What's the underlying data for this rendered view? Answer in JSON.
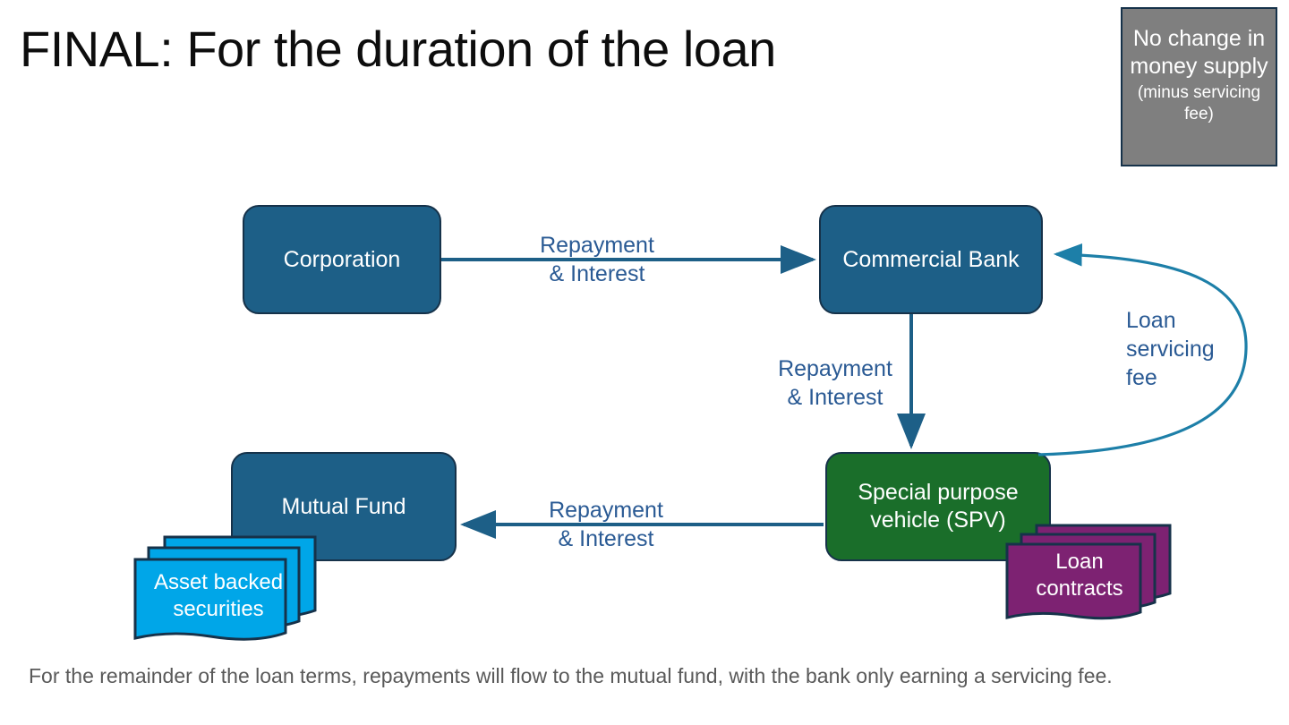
{
  "slide": {
    "title": "FINAL: For the duration of the loan",
    "caption": "For the remainder of the loan terms, repayments will flow to the mutual fund, with the bank only earning a servicing fee."
  },
  "callout": {
    "main_text": "No change in money supply",
    "sub_text": "(minus servicing fee)",
    "background_color": "#7f7f7f",
    "border_color": "#16324a",
    "text_color": "#ffffff"
  },
  "nodes": {
    "corporation": {
      "label": "Corporation",
      "color": "#1d5f87"
    },
    "commercial_bank": {
      "label": "Commercial Bank",
      "color": "#1d5f87"
    },
    "spv": {
      "label": "Special purpose vehicle (SPV)",
      "color": "#1a6e2a"
    },
    "mutual_fund": {
      "label": "Mutual Fund",
      "color": "#1d5f87"
    }
  },
  "arrows": {
    "corp_to_bank": {
      "label": "Repayment\n& Interest",
      "color": "#1d5f87"
    },
    "bank_to_spv": {
      "label": "Repayment\n& Interest",
      "color": "#1d5f87"
    },
    "spv_to_mutual": {
      "label": "Repayment\n& Interest",
      "color": "#1d5f87"
    },
    "spv_to_bank_fee": {
      "label": "Loan\nservicing\nfee",
      "color": "#1d7fa8"
    }
  },
  "stacks": {
    "asset_backed_securities": {
      "label": "Asset backed\nsecurities",
      "color": "#00a6e8"
    },
    "loan_contracts": {
      "label": "Loan\ncontracts",
      "color": "#7d2272"
    }
  },
  "colors": {
    "label_blue": "#2a5a94",
    "outline_navy": "#16324a",
    "caption_gray": "#595959"
  }
}
